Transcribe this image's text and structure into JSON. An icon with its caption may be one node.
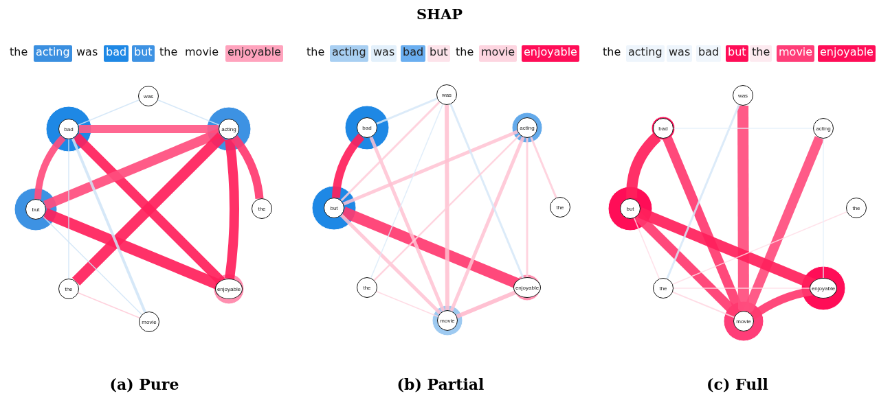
{
  "diagram": {
    "title": "SHAP",
    "nodes": [
      {
        "text": [
          "the"
        ]
      },
      {
        "text": [
          "acting"
        ]
      },
      {
        "text": [
          "was"
        ]
      },
      {
        "text": [
          "bad"
        ]
      },
      {
        "text": [
          "but"
        ]
      },
      {
        "text": [
          "the"
        ]
      },
      {
        "text": [
          "movie"
        ]
      },
      {
        "text": [
          "enjoyable"
        ]
      },
      {
        "text": [
          "was"
        ]
      },
      {
        "text": [
          "bad"
        ]
      },
      {
        "text": [
          "acting"
        ]
      },
      {
        "text": [
          "but"
        ]
      },
      {
        "text": [
          "the"
        ]
      },
      {
        "text": [
          "the"
        ]
      },
      {
        "text": [
          "enjoyable"
        ]
      },
      {
        "text": [
          "movie"
        ]
      },
      {
        "text": [
          "the"
        ]
      },
      {
        "text": [
          "acting"
        ]
      },
      {
        "text": [
          "was"
        ]
      },
      {
        "text": [
          "bad"
        ]
      },
      {
        "text": [
          "but"
        ]
      },
      {
        "text": [
          "the"
        ]
      },
      {
        "text": [
          "movie"
        ]
      },
      {
        "text": [
          "enjoyable"
        ]
      },
      {
        "text": [
          "was"
        ]
      },
      {
        "text": [
          "bad"
        ]
      },
      {
        "text": [
          "acting"
        ]
      },
      {
        "text": [
          "but"
        ]
      },
      {
        "text": [
          "the"
        ]
      },
      {
        "text": [
          "the"
        ]
      },
      {
        "text": [
          "enjoyable"
        ]
      },
      {
        "text": [
          "movie"
        ]
      },
      {
        "text": [
          "the"
        ]
      },
      {
        "text": [
          "acting"
        ]
      },
      {
        "text": [
          "was"
        ]
      },
      {
        "text": [
          "bad"
        ]
      },
      {
        "text": [
          "but"
        ]
      },
      {
        "text": [
          "the"
        ]
      },
      {
        "text": [
          "movie"
        ]
      },
      {
        "text": [
          "enjoyable"
        ]
      },
      {
        "text": [
          "was"
        ]
      },
      {
        "text": [
          "bad"
        ]
      },
      {
        "text": [
          "acting"
        ]
      },
      {
        "text": [
          "but"
        ]
      },
      {
        "text": [
          "the"
        ]
      },
      {
        "text": [
          "the"
        ]
      },
      {
        "text": [
          "enjoyable"
        ]
      },
      {
        "text": [
          "movie"
        ]
      }
    ],
    "edges": [
      {
        "from": 9,
        "to": 10,
        "arrow": "none",
        "style": "thick",
        "color": "#ff5a88"
      },
      {
        "from": 9,
        "to": 11,
        "arrow": "none",
        "style": "thick",
        "color": "#ff4d7e"
      },
      {
        "from": 9,
        "to": 14,
        "arrow": "none",
        "style": "thick"
      },
      {
        "from": 10,
        "to": 11,
        "arrow": "none",
        "style": "thick",
        "color": "#ff4d7e"
      },
      {
        "from": 10,
        "to": 13,
        "arrow": "none",
        "style": "thick"
      },
      {
        "from": 10,
        "to": 14,
        "arrow": "none",
        "style": "thick"
      },
      {
        "from": 10,
        "to": 12,
        "arrow": "none",
        "style": "thick",
        "color": "#ff3a70"
      },
      {
        "from": 11,
        "to": 14,
        "arrow": "none",
        "style": "thick"
      },
      {
        "from": 9,
        "to": 15,
        "arrow": "none",
        "color": "#cfe4f7"
      },
      {
        "from": 9,
        "to": 13,
        "arrow": "none",
        "color": "#cfe4f7"
      },
      {
        "from": 11,
        "to": 15,
        "arrow": "none",
        "color": "#cfe4f7"
      },
      {
        "from": 13,
        "to": 15,
        "arrow": "none",
        "color": "#ffc8d6"
      },
      {
        "from": 8,
        "to": 9,
        "arrow": "none",
        "color": "#cfe4f7"
      },
      {
        "from": 8,
        "to": 10,
        "arrow": "none",
        "color": "#cfe4f7"
      },
      {
        "from": 25,
        "to": 27,
        "arrow": "none",
        "style": "thick"
      },
      {
        "from": 27,
        "to": 30,
        "arrow": "none",
        "style": "thick",
        "color": "#ff3a70"
      },
      {
        "from": 25,
        "to": 31,
        "arrow": "none",
        "color": "#ffc2d2"
      },
      {
        "from": 26,
        "to": 27,
        "arrow": "none",
        "color": "#ffc2d2"
      },
      {
        "from": 26,
        "to": 31,
        "arrow": "none",
        "color": "#ffc2d2"
      },
      {
        "from": 30,
        "to": 31,
        "arrow": "none",
        "color": "#ffb6ca"
      },
      {
        "from": 27,
        "to": 31,
        "arrow": "none",
        "color": "#ffc2d2"
      },
      {
        "from": 24,
        "to": 31,
        "arrow": "none",
        "color": "#ffbfd0"
      },
      {
        "from": 24,
        "to": 27,
        "arrow": "none",
        "color": "#ffccd9"
      },
      {
        "from": 24,
        "to": 25,
        "arrow": "none",
        "color": "#d6e8f8"
      },
      {
        "from": 24,
        "to": 30,
        "arrow": "none",
        "color": "#d6e8f8"
      },
      {
        "from": 24,
        "to": 29,
        "arrow": "none",
        "color": "#dcebf9"
      },
      {
        "from": 26,
        "to": 29,
        "arrow": "none",
        "color": "#ffccd9"
      },
      {
        "from": 26,
        "to": 30,
        "arrow": "none",
        "color": "#ffccd9"
      },
      {
        "from": 26,
        "to": 28,
        "arrow": "none",
        "color": "#ffccd9"
      },
      {
        "from": 29,
        "to": 31,
        "arrow": "none",
        "color": "#ffd6e1"
      },
      {
        "from": 41,
        "to": 43,
        "arrow": "none",
        "style": "thick"
      },
      {
        "from": 41,
        "to": 47,
        "arrow": "none",
        "style": "thick",
        "color": "#ff3a70"
      },
      {
        "from": 40,
        "to": 47,
        "arrow": "none",
        "style": "thick",
        "color": "#ff4d7e"
      },
      {
        "from": 42,
        "to": 47,
        "arrow": "none",
        "style": "thick",
        "color": "#ff4d7e"
      },
      {
        "from": 43,
        "to": 47,
        "arrow": "none",
        "style": "thick",
        "color": "#ff3a70"
      },
      {
        "from": 43,
        "to": 46,
        "arrow": "none",
        "style": "thick"
      },
      {
        "from": 46,
        "to": 47,
        "arrow": "none",
        "style": "thick",
        "color": "#ff3a70"
      },
      {
        "from": 40,
        "to": 45,
        "arrow": "none",
        "color": "#d6e8f8"
      },
      {
        "from": 41,
        "to": 42,
        "arrow": "none",
        "color": "#e3effa"
      },
      {
        "from": 45,
        "to": 47,
        "arrow": "none",
        "color": "#ffd6e1"
      },
      {
        "from": 45,
        "to": 44,
        "arrow": "none",
        "color": "#ffdde6"
      },
      {
        "from": 43,
        "to": 45,
        "arrow": "none",
        "color": "#ffdde6"
      },
      {
        "from": 45,
        "to": 46,
        "arrow": "none",
        "color": "#ffdde6"
      },
      {
        "from": 42,
        "to": 46,
        "arrow": "none",
        "color": "#e3effa"
      }
    ],
    "labels": [
      "(a) Pure",
      "(b) Partial",
      "(c) Full"
    ]
  }
}
